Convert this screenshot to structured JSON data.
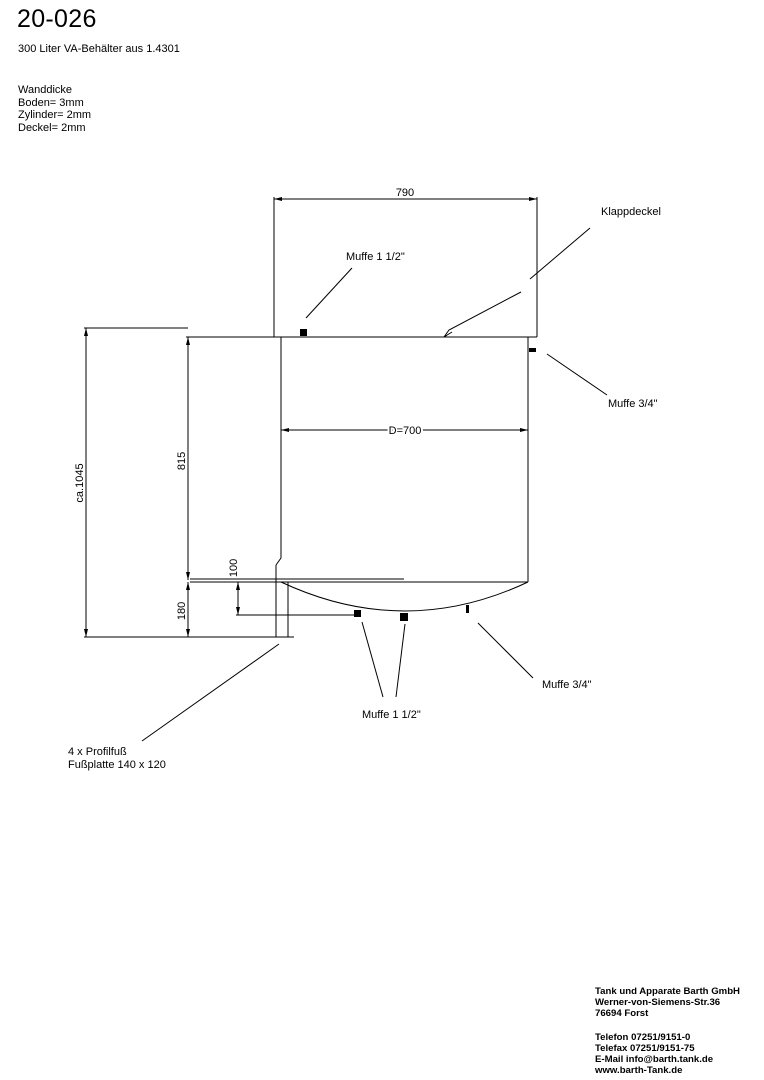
{
  "header": {
    "title": "20-026",
    "subtitle": "300 Liter VA-Behälter aus 1.4301"
  },
  "wall_thickness": {
    "heading": "Wanddicke",
    "lines": [
      "Boden= 3mm",
      "Zylinder= 2mm",
      "Deckel= 2mm"
    ]
  },
  "drawing": {
    "dim_lid_width": "790",
    "dim_diameter": "D=700",
    "dim_total_height": "ca.1045",
    "dim_cylinder_height": "815",
    "dim_bottom": "100",
    "dim_leg": "180",
    "label_lid": "Klappdeckel",
    "label_muffe_top": "Muffe 1 1/2\"",
    "label_muffe_side": "Muffe 3/4\"",
    "label_muffe_bottom_right": "Muffe 3/4\"",
    "label_muffe_bottom": "Muffe 1 1/2\"",
    "label_feet_1": "4 x Profilfuß",
    "label_feet_2": "Fußplatte 140 x 120"
  },
  "company": {
    "name": "Tank und Apparate Barth GmbH",
    "street": "Werner-von-Siemens-Str.36",
    "city": "76694 Forst",
    "phone": "Telefon 07251/9151-0",
    "fax": "Telefax 07251/9151-75",
    "email": "E-Mail info@barth.tank.de",
    "web": "www.barth-Tank.de"
  }
}
